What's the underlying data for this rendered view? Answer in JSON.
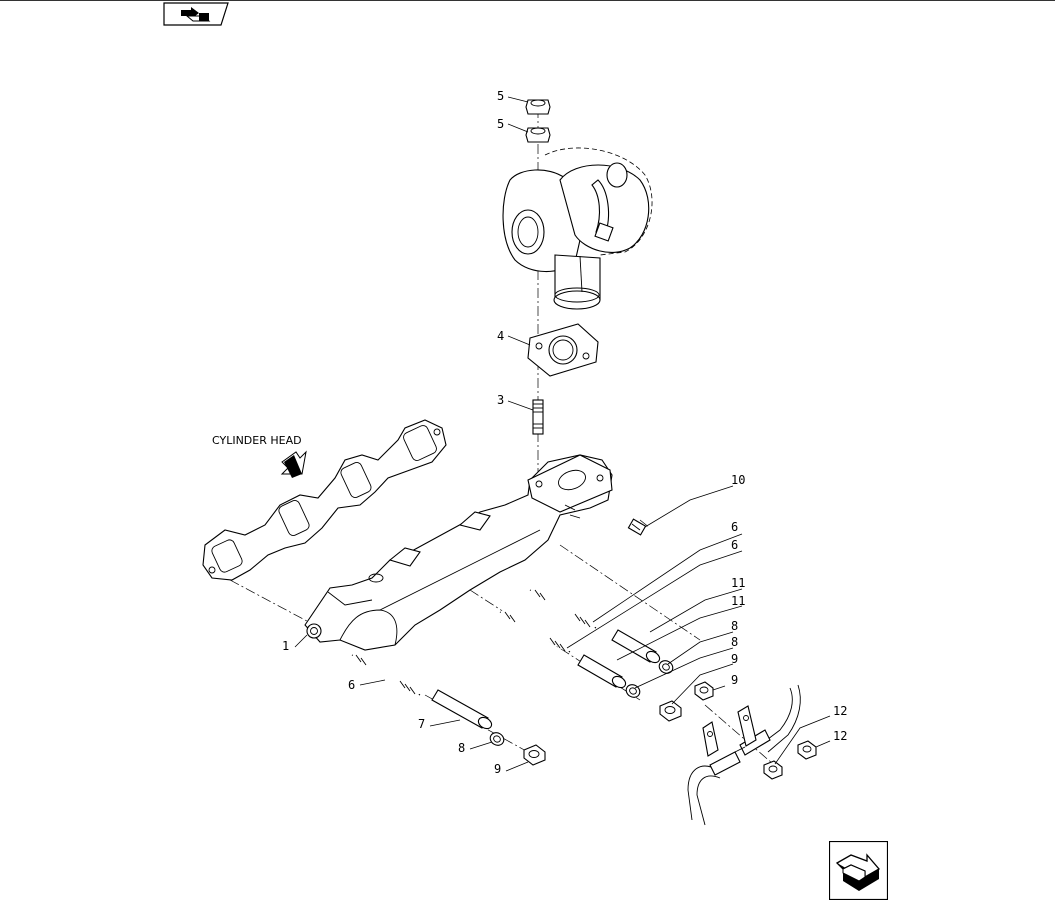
{
  "reference_note": "CYLINDER HEAD",
  "callouts": [
    {
      "id": "c5a",
      "text": "5"
    },
    {
      "id": "c5b",
      "text": "5"
    },
    {
      "id": "c4",
      "text": "4"
    },
    {
      "id": "c3",
      "text": "3"
    },
    {
      "id": "c10",
      "text": "10"
    },
    {
      "id": "c6a",
      "text": "6"
    },
    {
      "id": "c6b",
      "text": "6"
    },
    {
      "id": "c11a",
      "text": "11"
    },
    {
      "id": "c11b",
      "text": "11"
    },
    {
      "id": "c8a",
      "text": "8"
    },
    {
      "id": "c8b",
      "text": "8"
    },
    {
      "id": "c9a",
      "text": "9"
    },
    {
      "id": "c9b",
      "text": "9"
    },
    {
      "id": "c12a",
      "text": "12"
    },
    {
      "id": "c12b",
      "text": "12"
    },
    {
      "id": "c1",
      "text": "1"
    },
    {
      "id": "c6c",
      "text": "6"
    },
    {
      "id": "c7",
      "text": "7"
    },
    {
      "id": "c8c",
      "text": "8"
    },
    {
      "id": "c9c",
      "text": "9"
    }
  ],
  "icons": {
    "top": "previous-page-icon",
    "bottom": "next-page-icon"
  }
}
